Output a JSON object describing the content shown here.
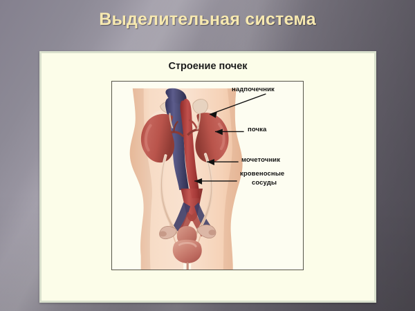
{
  "slide": {
    "title": "Выделительная система",
    "title_color": "#f7e9b0",
    "background_color": "#6a6670"
  },
  "panel": {
    "background_color": "#fcfde9",
    "border_color": "#d9e0cd",
    "figure_heading": "Строение почек"
  },
  "figure": {
    "frame_border_color": "#55544a",
    "frame_background_color": "#fdfdf1",
    "skin_color": "#f6d6bd",
    "kidney_color": "#b75449",
    "vein_color": "#4a4a78",
    "artery_color": "#b33b38",
    "bladder_color": "#c97f72",
    "labels": [
      {
        "id": "adrenal",
        "text": "надпочечник"
      },
      {
        "id": "kidney",
        "text": "почка"
      },
      {
        "id": "ureter",
        "text": "мочеточник"
      },
      {
        "id": "vessels_line1",
        "text": "кровеносные"
      },
      {
        "id": "vessels_line2",
        "text": "сосуды"
      }
    ]
  }
}
